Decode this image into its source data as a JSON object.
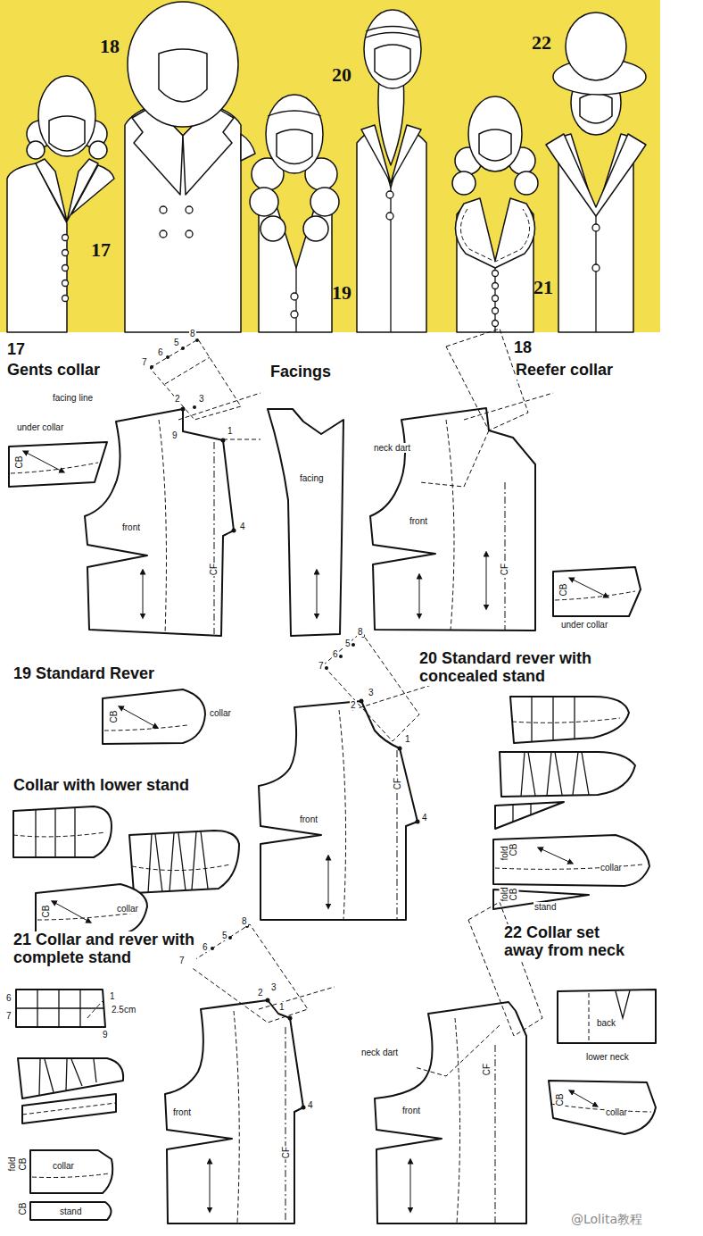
{
  "diagram": {
    "labels": [
      "18",
      "20",
      "22",
      "17",
      "19",
      "21",
      "17",
      "Gents collar",
      "7",
      "6",
      "5",
      "8",
      "facing line",
      "2",
      "3",
      "under collar",
      "9",
      "1",
      "front",
      "4",
      "CF",
      "CB",
      "Facings",
      "facing",
      "18",
      "Reefer collar",
      "neck dart",
      "front",
      "CF",
      "CB",
      "under collar",
      "19 Standard Rever",
      "collar",
      "CB",
      "7",
      "6",
      "5",
      "8",
      "2",
      "3",
      "1",
      "4",
      "front",
      "CF",
      "20 Standard rever with concealed stand",
      "fold",
      "CB",
      "collar",
      "fold",
      "CB",
      "stand",
      "Collar with lower stand",
      "CB",
      "collar",
      "21 Collar and rever with complete stand",
      "7",
      "6",
      "5",
      "8",
      "2",
      "3",
      "1",
      "4",
      "front",
      "CF",
      "6",
      "7",
      "1",
      "2.5cm",
      "9",
      "fold",
      "CB",
      "collar",
      "CB",
      "stand",
      "22 Collar set away from neck",
      "back",
      "lower neck",
      "neck dart",
      "front",
      "CF",
      "CB",
      "collar",
      "@Lolita教程"
    ]
  }
}
